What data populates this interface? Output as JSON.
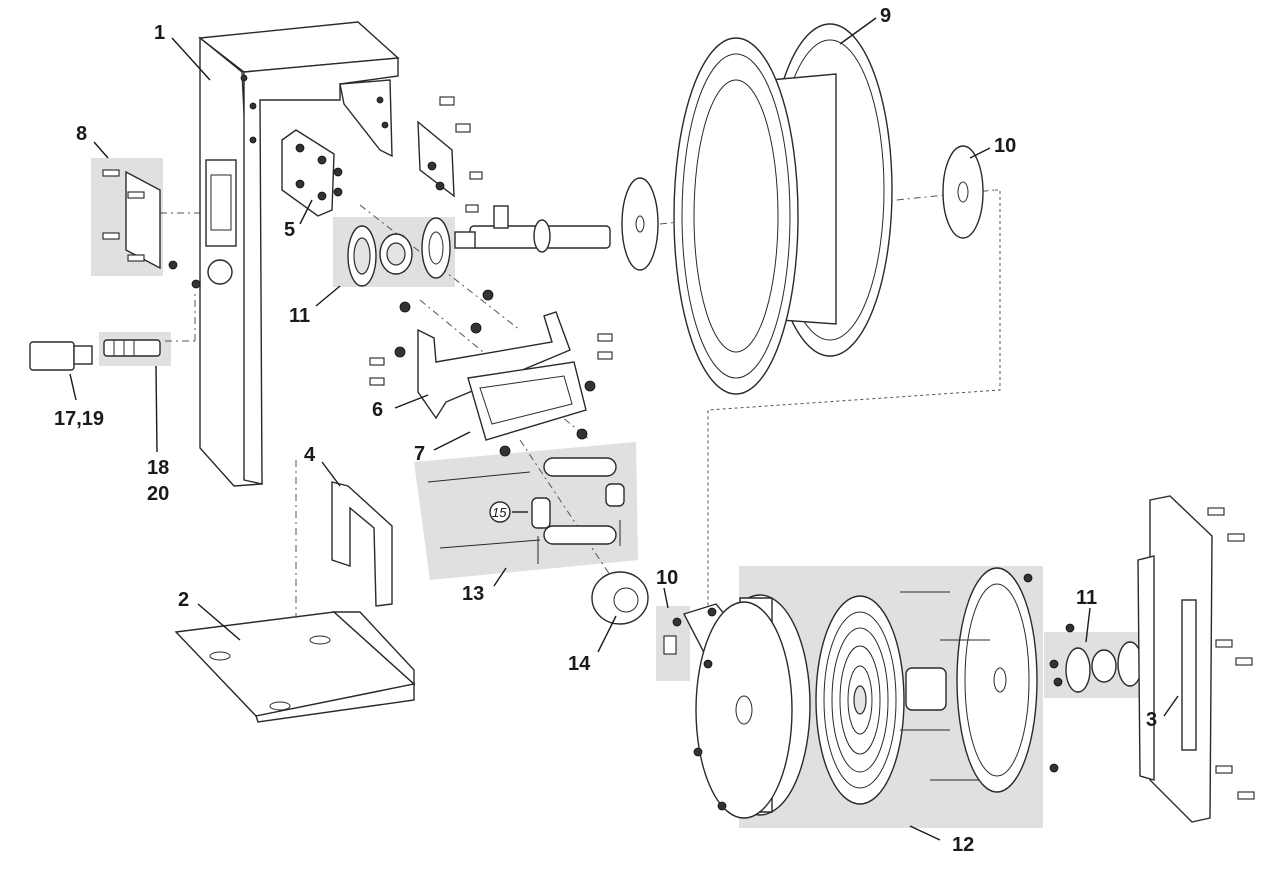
{
  "labels": {
    "p1": "1",
    "p2": "2",
    "p3": "3",
    "p4": "4",
    "p5": "5",
    "p6": "6",
    "p7": "7",
    "p8": "8",
    "p9": "9",
    "p10a": "10",
    "p10b": "10",
    "p11a": "11",
    "p11b": "11",
    "p12": "12",
    "p13": "13",
    "p14": "14",
    "p15": "15",
    "p17_19": "17,19",
    "p18": "18",
    "p20": "20"
  }
}
